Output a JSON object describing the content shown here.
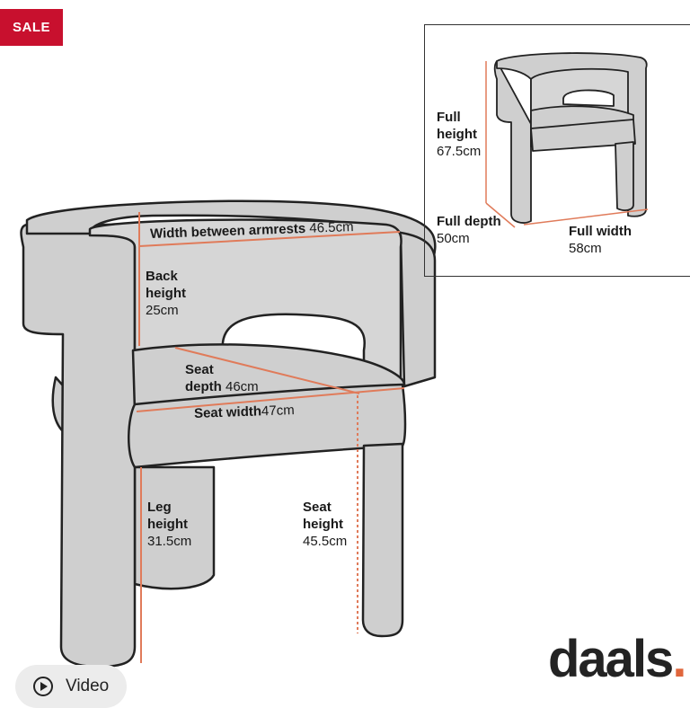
{
  "badge": {
    "label": "SALE",
    "color": "#c8102e"
  },
  "main_dimensions": {
    "width_between_armrests": {
      "label": "Width between armrests",
      "value": "46.5cm"
    },
    "back_height": {
      "label_line1": "Back",
      "label_line2": "height",
      "value": "25cm"
    },
    "seat_depth": {
      "label_line1": "Seat",
      "label_line2": "depth",
      "value": "46cm"
    },
    "seat_width": {
      "label": "Seat width",
      "value": "47cm"
    },
    "leg_height": {
      "label_line1": "Leg",
      "label_line2": "height",
      "value": "31.5cm"
    },
    "seat_height": {
      "label_line1": "Seat",
      "label_line2": "height",
      "value": "45.5cm"
    }
  },
  "inset_dimensions": {
    "full_height": {
      "label_line1": "Full",
      "label_line2": "height",
      "value": "67.5cm"
    },
    "full_depth": {
      "label": "Full depth",
      "value": "50cm"
    },
    "full_width": {
      "label": "Full width",
      "value": "58cm"
    }
  },
  "video_button": {
    "label": "Video",
    "icon": "play-icon"
  },
  "brand": {
    "name": "daals",
    "dot": "."
  },
  "colors": {
    "measure_line": "#e07b5a",
    "chair_fill": "#cfcfcf",
    "outline": "#222222"
  }
}
